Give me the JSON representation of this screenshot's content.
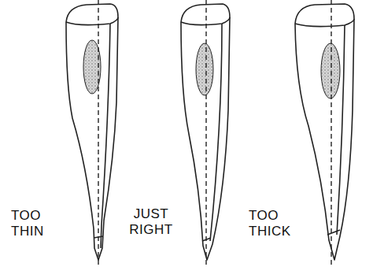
{
  "diagram": {
    "labels": [
      "TOO THIN",
      "JUST RIGHT",
      "TOO THICK"
    ]
  }
}
